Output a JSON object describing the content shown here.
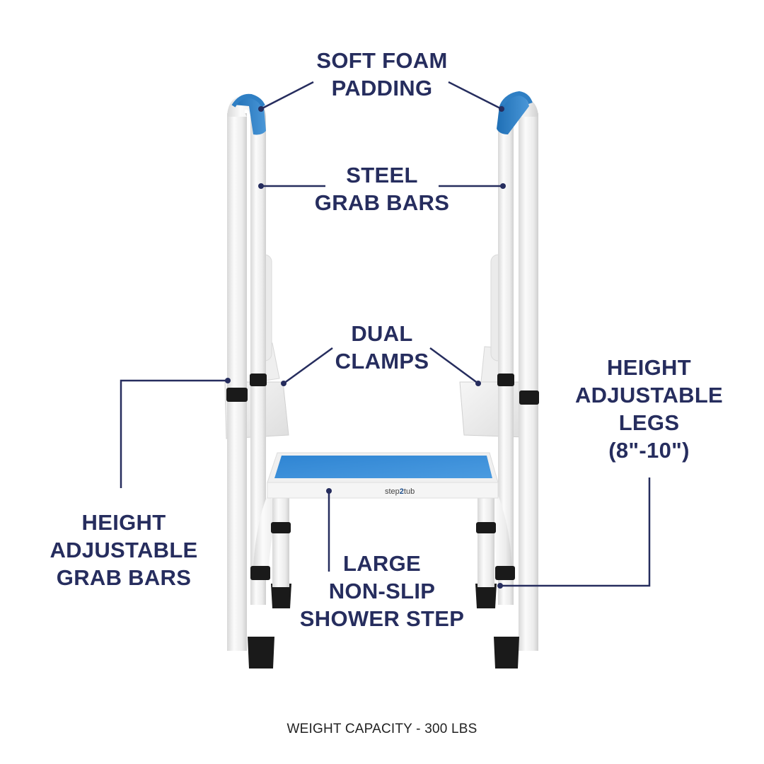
{
  "product": {
    "brand_mark": "step2tub",
    "colors": {
      "label_text": "#262d5e",
      "callout_line": "#262d5e",
      "frame_white": "#eeeeee",
      "foam_blue": "#2f7fc4",
      "step_blue": "#3a8bd6",
      "rubber_black": "#1a1a1a"
    }
  },
  "callouts": {
    "soft_foam_padding": [
      "SOFT FOAM",
      "PADDING"
    ],
    "steel_grab_bars": [
      "STEEL",
      "GRAB BARS"
    ],
    "dual_clamps": [
      "DUAL",
      "CLAMPS"
    ],
    "height_adjustable_legs": [
      "HEIGHT",
      "ADJUSTABLE",
      "LEGS",
      "(8\"-10\")"
    ],
    "height_adjustable_grab_bars": [
      "HEIGHT",
      "ADJUSTABLE",
      "GRAB BARS"
    ],
    "large_non_slip_shower_step": [
      "LARGE",
      "NON-SLIP",
      "SHOWER STEP"
    ]
  },
  "footer": {
    "weight_capacity": "WEIGHT CAPACITY - 300 LBS"
  }
}
